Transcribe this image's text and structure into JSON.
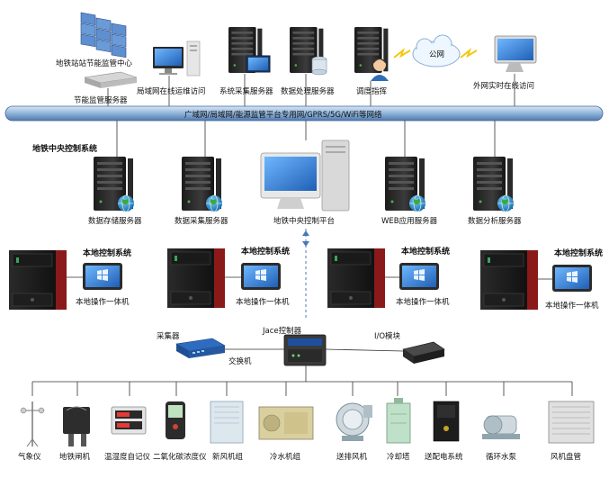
{
  "top": {
    "video_wall_label": "地铁站站节能监管中心",
    "energy_server_label": "节能监管服务器",
    "lan_ops_label": "局域网在线运维访问",
    "collect_server_label": "系统采集服务器",
    "data_proc_server_label": "数据处理服务器",
    "dispatch_label": "调度指挥",
    "cloud_label": "公网",
    "remote_access_label": "外网实时在线访问"
  },
  "bus": {
    "label": "广域网/局域网/能源监管平台专用网/GPRS/5G/WiFi等网络"
  },
  "central": {
    "title": "地铁中央控制系统",
    "storage_label": "数据存储服务器",
    "collect_label": "数据采集服务器",
    "platform_label": "地铁中央控制平台",
    "web_label": "WEB应用服务器",
    "analysis_label": "数据分析服务器"
  },
  "local": {
    "title": "本地控制系统",
    "terminal_label": "本地操作一体机"
  },
  "field": {
    "collector_label": "采集器",
    "jace_label": "Jace控制器",
    "io_label": "I/O模块",
    "switch_label": "交换机"
  },
  "devices": [
    {
      "label": "气象仪"
    },
    {
      "label": "地铁闸机"
    },
    {
      "label": "温湿度自记仪"
    },
    {
      "label": "二氧化碳浓度仪"
    },
    {
      "label": "新风机组"
    },
    {
      "label": "冷水机组"
    },
    {
      "label": "送排风机"
    },
    {
      "label": "冷却塔"
    },
    {
      "label": "送配电系统"
    },
    {
      "label": "循环水泵"
    },
    {
      "label": "风机盘管"
    }
  ],
  "icons": [
    "video-wall-icon",
    "server-icon",
    "monitor-icon",
    "operator-icon",
    "cloud-icon",
    "cabinet-icon",
    "tablet-icon",
    "controller-icon",
    "switch-icon",
    "globe-icon"
  ]
}
